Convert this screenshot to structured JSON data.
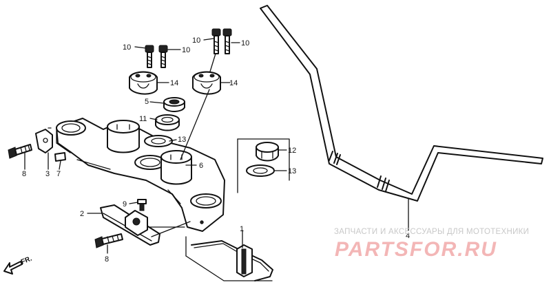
{
  "callouts": {
    "c1": "1",
    "c2": "2",
    "c3": "3",
    "c4": "4",
    "c5": "5",
    "c6": "6",
    "c7": "7",
    "c8a": "8",
    "c8b": "8",
    "c9": "9",
    "c10a": "10",
    "c10b": "10",
    "c10c": "10",
    "c10d": "10",
    "c11": "11",
    "c12": "12",
    "c13a": "13",
    "c13b": "13",
    "c14a": "14",
    "c14b": "14"
  },
  "direction_label": "FR.",
  "watermark": {
    "subtitle": "ЗАПЧАСТИ И АКСЕССУАРЫ ДЛЯ МОТОТЕХНИКИ",
    "logo": "PARTSFOR.RU"
  }
}
